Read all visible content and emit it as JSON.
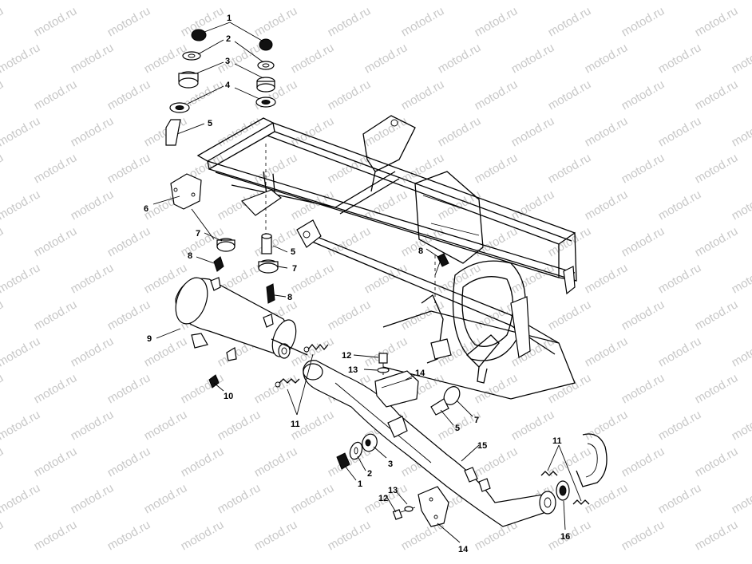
{
  "watermark": {
    "text": "motod.ru"
  },
  "callouts": [
    {
      "id": "c1a",
      "text": "1"
    },
    {
      "id": "c2a",
      "text": "2"
    },
    {
      "id": "c3a",
      "text": "3"
    },
    {
      "id": "c4a",
      "text": "4"
    },
    {
      "id": "c5a",
      "text": "5"
    },
    {
      "id": "c6",
      "text": "6"
    },
    {
      "id": "c7a",
      "text": "7"
    },
    {
      "id": "c8a",
      "text": "8"
    },
    {
      "id": "c5b",
      "text": "5"
    },
    {
      "id": "c7b",
      "text": "7"
    },
    {
      "id": "c8b",
      "text": "8"
    },
    {
      "id": "c8c",
      "text": "8"
    },
    {
      "id": "c9",
      "text": "9"
    },
    {
      "id": "c10",
      "text": "10"
    },
    {
      "id": "c11a",
      "text": "11"
    },
    {
      "id": "c12a",
      "text": "12"
    },
    {
      "id": "c13a",
      "text": "13"
    },
    {
      "id": "c14a",
      "text": "14"
    },
    {
      "id": "c7c",
      "text": "7"
    },
    {
      "id": "c5c",
      "text": "5"
    },
    {
      "id": "c3b",
      "text": "3"
    },
    {
      "id": "c2b",
      "text": "2"
    },
    {
      "id": "c1b",
      "text": "1"
    },
    {
      "id": "c15",
      "text": "15"
    },
    {
      "id": "c11b",
      "text": "11"
    },
    {
      "id": "c13b",
      "text": "13"
    },
    {
      "id": "c12b",
      "text": "12"
    },
    {
      "id": "c16",
      "text": "16"
    },
    {
      "id": "c14b",
      "text": "14"
    }
  ]
}
